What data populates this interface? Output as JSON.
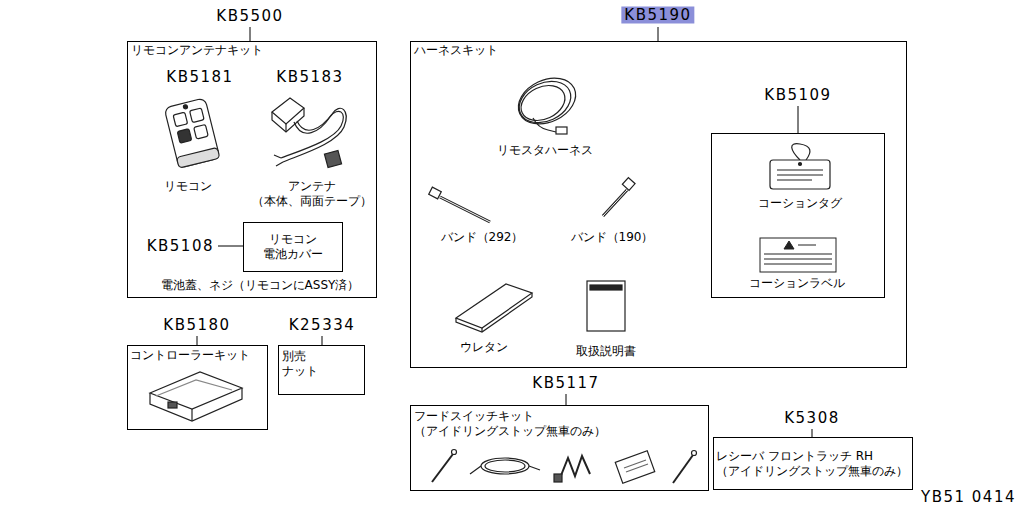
{
  "diagram": {
    "nodes": [
      {
        "text": [
          "KB5500",
          "リモコンアンテナキット",
          "電池蓋、ネジ（リモコンにASSY済）"
        ]
      },
      {
        "text": [
          "KB5108",
          "リモコン 電池カバー"
        ],
        "in": 0
      },
      {
        "text": [
          "KB5190",
          "ハーネスキット"
        ]
      },
      {
        "text": [
          "KB5109",
          "コーションタグ",
          "コーションラベル"
        ],
        "in": 2
      },
      {
        "text": [
          "KB5180",
          "コントローラーキット"
        ]
      },
      {
        "text": [
          "K25334",
          "別売 ナット"
        ]
      },
      {
        "text": [
          "KB5117",
          "フードスイッチキット （アイドリングストップ無車のみ）"
        ]
      },
      {
        "text": [
          "K5308",
          "レシーバ フロントラッチ RH （アイドリングストップ無車のみ）"
        ]
      }
    ],
    "labels": [
      "KB5181",
      "リモコン",
      "KB5183",
      "アンテナ （本体、両面テープ）",
      "リモスタハーネス",
      "バンド（292）",
      "バンド（190）",
      "ウレタン",
      "取扱説明書",
      "YB51 0414"
    ]
  }
}
